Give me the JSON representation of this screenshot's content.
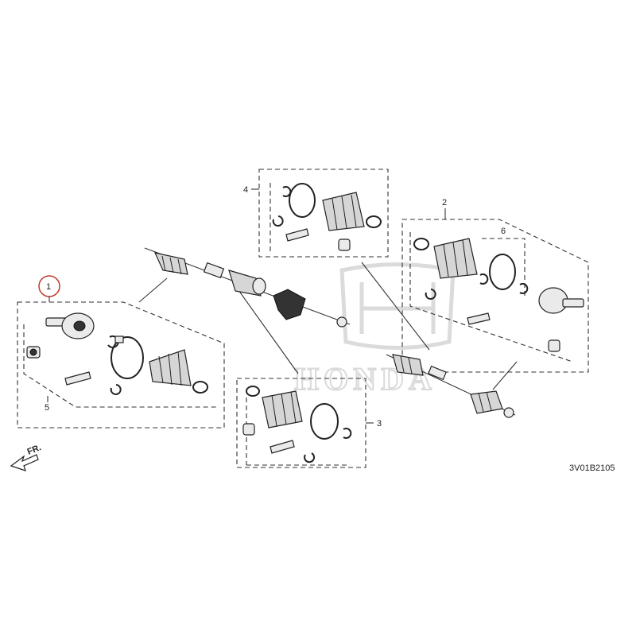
{
  "diagram": {
    "callouts": {
      "c1": "1",
      "c2": "2",
      "c3": "3",
      "c4": "4",
      "c5": "5",
      "c6": "6"
    },
    "diagram_code": "3V01B2105",
    "front_marker": "FR.",
    "watermark_brand": "HONDA",
    "highlight_color": "#c0392b"
  }
}
